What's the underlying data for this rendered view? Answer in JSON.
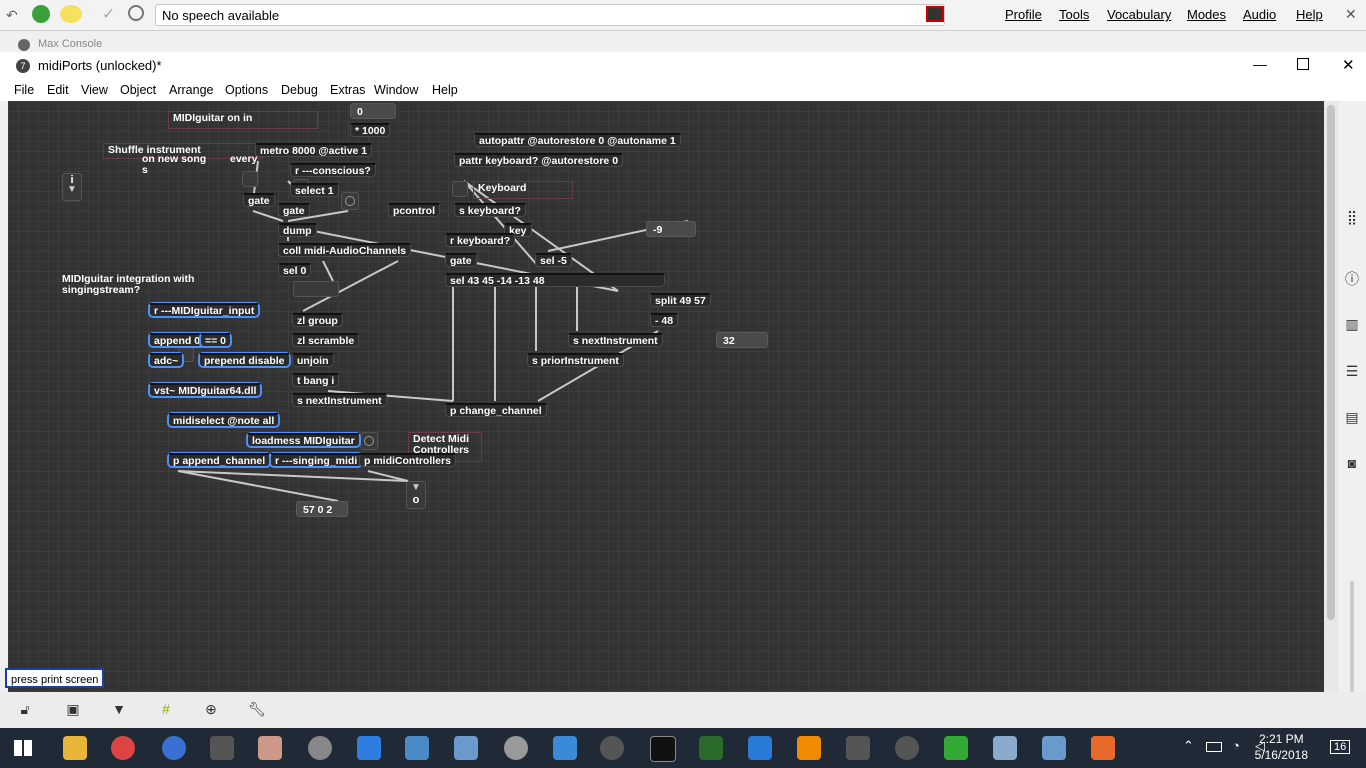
{
  "speech_bar": {
    "status_text": "No speech available",
    "menus": [
      "Profile",
      "Tools",
      "Vocabulary",
      "Modes",
      "Audio",
      "Help"
    ]
  },
  "console_window": {
    "title": "Max Console"
  },
  "window": {
    "title": "midiPorts (unlocked)*",
    "menus": [
      "File",
      "Edit",
      "View",
      "Object",
      "Arrange",
      "Options",
      "Debug",
      "Extras",
      "Window",
      "Help"
    ]
  },
  "patch": {
    "comments": {
      "midiguitar_on": "MIDIguitar on in",
      "shuffle": "Shuffle instrument",
      "on_new_song": "on new song",
      "every": "every",
      "s": "s",
      "integration": "MIDIguitar integration with",
      "singingstream": "singingstream?",
      "keyboard": "Keyboard",
      "detect_midi": "Detect Midi",
      "controllers": "Controllers"
    },
    "objects": {
      "times_1000": "* 1000",
      "metro": "metro 8000 @active 1",
      "r_conscious": "r ---conscious?",
      "select_1": "select 1",
      "gate1": "gate",
      "gate2": "gate",
      "dump": "dump",
      "coll": "coll midi-AudioChannels",
      "sel_0": "sel 0",
      "zl_group": "zl group",
      "zl_scramble": "zl scramble",
      "unjoin": "unjoin",
      "t_bang": "t bang i",
      "s_next1": "s nextInstrument",
      "pcontrol": "pcontrol",
      "autopattr": "autopattr @autorestore 0 @autoname 1",
      "pattr": "pattr keyboard? @autorestore 0",
      "s_keyboard": "s keyboard?",
      "key": "key",
      "r_keyboard": "r keyboard?",
      "gate3": "gate",
      "sel_m5": "sel -5",
      "sel_list": "sel 43 45 -14 -13 48",
      "split": "split 49 57",
      "minus_48": "- 48",
      "s_next2": "s nextInstrument",
      "s_prior": "s priorInstrument",
      "p_change": "p change_channel",
      "r_midiguitar": "r ---MIDIguitar_input",
      "append_0": "append 0",
      "eq_0": "== 0",
      "adc": "adc~",
      "prepend": "prepend disable",
      "vst": "vst~ MIDIguitar64.dll",
      "midiselect": "midiselect @note all",
      "loadmess": "loadmess MIDIguitar",
      "p_append": "p append_channel",
      "r_singing": "r ---singing_midi",
      "p_midicontrollers": "p midiControllers"
    },
    "numbers": {
      "top_num": "0",
      "neg9": "-9",
      "n32": "32",
      "msg_57": "57 0 2"
    },
    "inlets": {
      "in_label": "i",
      "out_label": "o"
    },
    "colors": {
      "canvas": "#333333",
      "object": "#2b2b2b",
      "selected": "#4a90ff"
    }
  },
  "status_message": "press print screen",
  "taskbar": {
    "time": "2:21 PM",
    "date": "5/16/2018",
    "notification_count": "16"
  }
}
